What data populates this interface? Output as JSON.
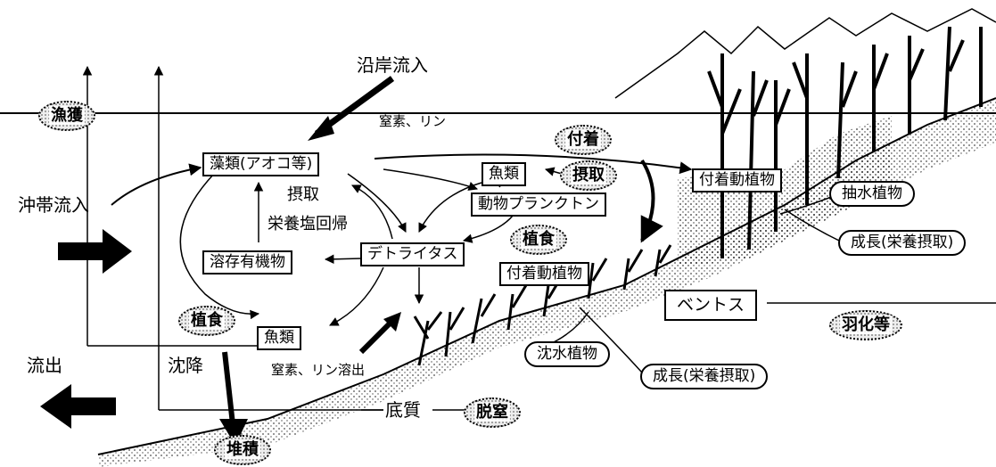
{
  "labels": {
    "coastal_inflow": "沿岸流入",
    "nitrogen_phosphorus": "窒素、リン",
    "offshore_inflow": "沖帯流入",
    "outflow": "流出",
    "sedimentation": "沈降",
    "release": "窒素、リン溶出",
    "sediment": "底質",
    "uptake": "摂取",
    "nutrient_return": "栄養塩回帰"
  },
  "boxes": {
    "algae": "藻類(アオコ等)",
    "fish_top": "魚類",
    "zooplankton": "動物プランクトン",
    "detritus": "デトライタス",
    "dom": "溶存有機物",
    "fish_bottom": "魚類",
    "periphyton_left": "付着動植物",
    "periphyton_right": "付着動植物",
    "benthos": "ベントス"
  },
  "rounded_boxes": {
    "emergent": "抽水植物",
    "submerged": "沈水植物",
    "growth_right": "成長(栄養摂取)",
    "growth_bottom": "成長(栄養摂取)"
  },
  "process_pills": {
    "fishing": "漁獲",
    "attachment": "付着",
    "ingestion": "摂取",
    "grazing_right": "植食",
    "grazing_left": "植食",
    "emergence": "羽化等",
    "sedimentation_deposit": "堆積",
    "denitrification": "脱窒"
  }
}
